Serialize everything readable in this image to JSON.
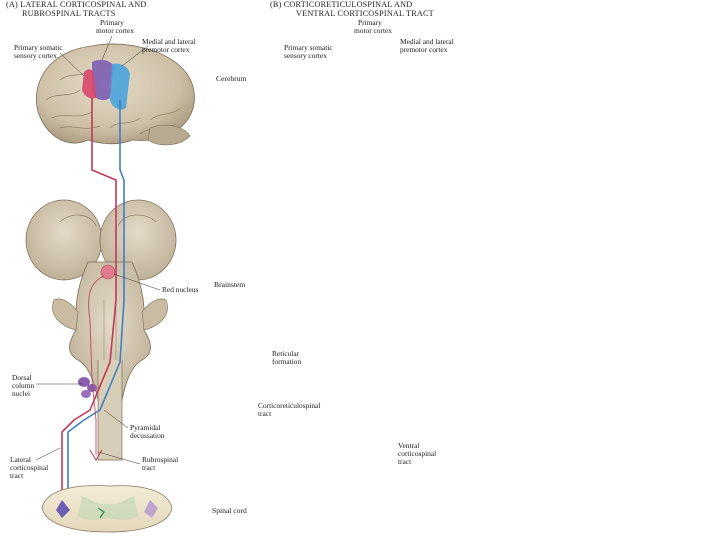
{
  "panel_a": {
    "title_line1": "(A) LATERAL CORTICOSPINAL AND",
    "title_line2": "RUBROSPINAL TRACTS",
    "labels": {
      "primary_motor_cortex": [
        "Primary",
        "motor cortex"
      ],
      "primary_somatic_sensory_cortex": [
        "Primary somatic",
        "sensory cortex"
      ],
      "medial_lateral_premotor_cortex": [
        "Medial and lateral",
        "premotor cortex"
      ],
      "red_nucleus": "Red nucleus",
      "dorsal_column_nuclei": [
        "Dorsal",
        "column",
        "nuclei"
      ],
      "pyramidal_decussation": [
        "Pyramidal",
        "decussation"
      ],
      "rubrospinal_tract": [
        "Rubrospinal",
        "tract"
      ],
      "lateral_corticospinal_tract": [
        "Lateral",
        "corticospinal",
        "tract"
      ]
    }
  },
  "panel_b": {
    "title_line1": "(B) CORTICORETICULOSPINAL AND",
    "title_line2": "VENTRAL CORTICOSPINAL TRACT",
    "labels": {
      "primary_motor_cortex": [
        "Primary",
        "motor cortex"
      ],
      "primary_somatic_sensory_cortex": [
        "Primary somatic",
        "sensory cortex"
      ],
      "medial_lateral_premotor_cortex": [
        "Medial and lateral",
        "premotor cortex"
      ],
      "reticular_formation": [
        "Reticular",
        "formation"
      ],
      "corticoreticulospinal_tract": [
        "Corticoreticulospinal",
        "tract"
      ],
      "ventral_corticospinal_tract": [
        "Ventral",
        "corticospinal",
        "tract"
      ]
    }
  },
  "levels": {
    "cerebrum": "Cerebrum",
    "brainstem": "Brainstem",
    "spinal_cord": "Spinal cord"
  },
  "colors": {
    "motor_cortex": "#7c5fb3",
    "sensory_cortex": "#d9476a",
    "premotor_cortex": "#4aa3dc",
    "corticospinal_path": "#c23a56",
    "premotor_path": "#3f7fc4",
    "ventral_path": "#2e8a4e",
    "red_nucleus": "#e07a8c",
    "brain_tissue": "#cfc3ad"
  }
}
